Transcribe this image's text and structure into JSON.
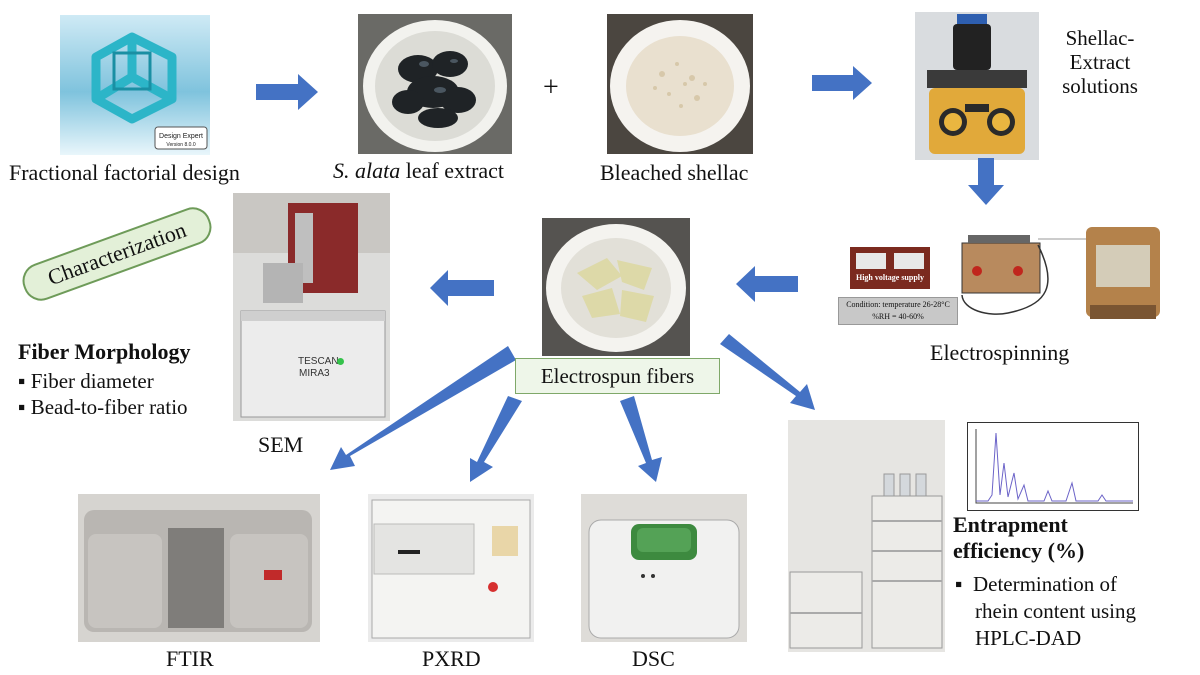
{
  "steps": {
    "design_caption": "Fractional factorial design",
    "extract_caption_italic": "S. alata",
    "extract_caption_rest": " leaf extract",
    "plus_sign": "+",
    "shellac_caption": "Bleached shellac",
    "solutions_caption_line1": "Shellac-",
    "solutions_caption_line2": "Extract",
    "solutions_caption_line3": "solutions",
    "electrospinning_caption": "Electrospinning",
    "fibers_label": "Electrospun fibers"
  },
  "software_logo": {
    "brand": "Design Expert",
    "version": "Version 8.0.0"
  },
  "electrospinning_setup": {
    "supply_label": "High voltage supply",
    "condition_line1": "Condition: temperature 26-28°C",
    "condition_line2": "%RH = 40-60%"
  },
  "characterization": {
    "badge": "Characterization",
    "fiber_morphology_title": "Fiber Morphology",
    "fiber_morphology_items": [
      "Fiber diameter",
      "Bead-to-fiber ratio"
    ],
    "sem_caption": "SEM",
    "sem_brand": "TESCAN",
    "sem_model": "MIRA3",
    "ftir_caption": "FTIR",
    "pxrd_caption": "PXRD",
    "dsc_caption": "DSC",
    "entrapment_title_line1": "Entrapment",
    "entrapment_title_line2": "efficiency (%)",
    "entrapment_items_lines": [
      "Determination of",
      "rhein content using",
      "HPLC-DAD"
    ]
  },
  "colors": {
    "arrow_blue": "#4472c4",
    "badge_green_border": "#6e9b59",
    "badge_green_fill": "#e3f0d8"
  }
}
